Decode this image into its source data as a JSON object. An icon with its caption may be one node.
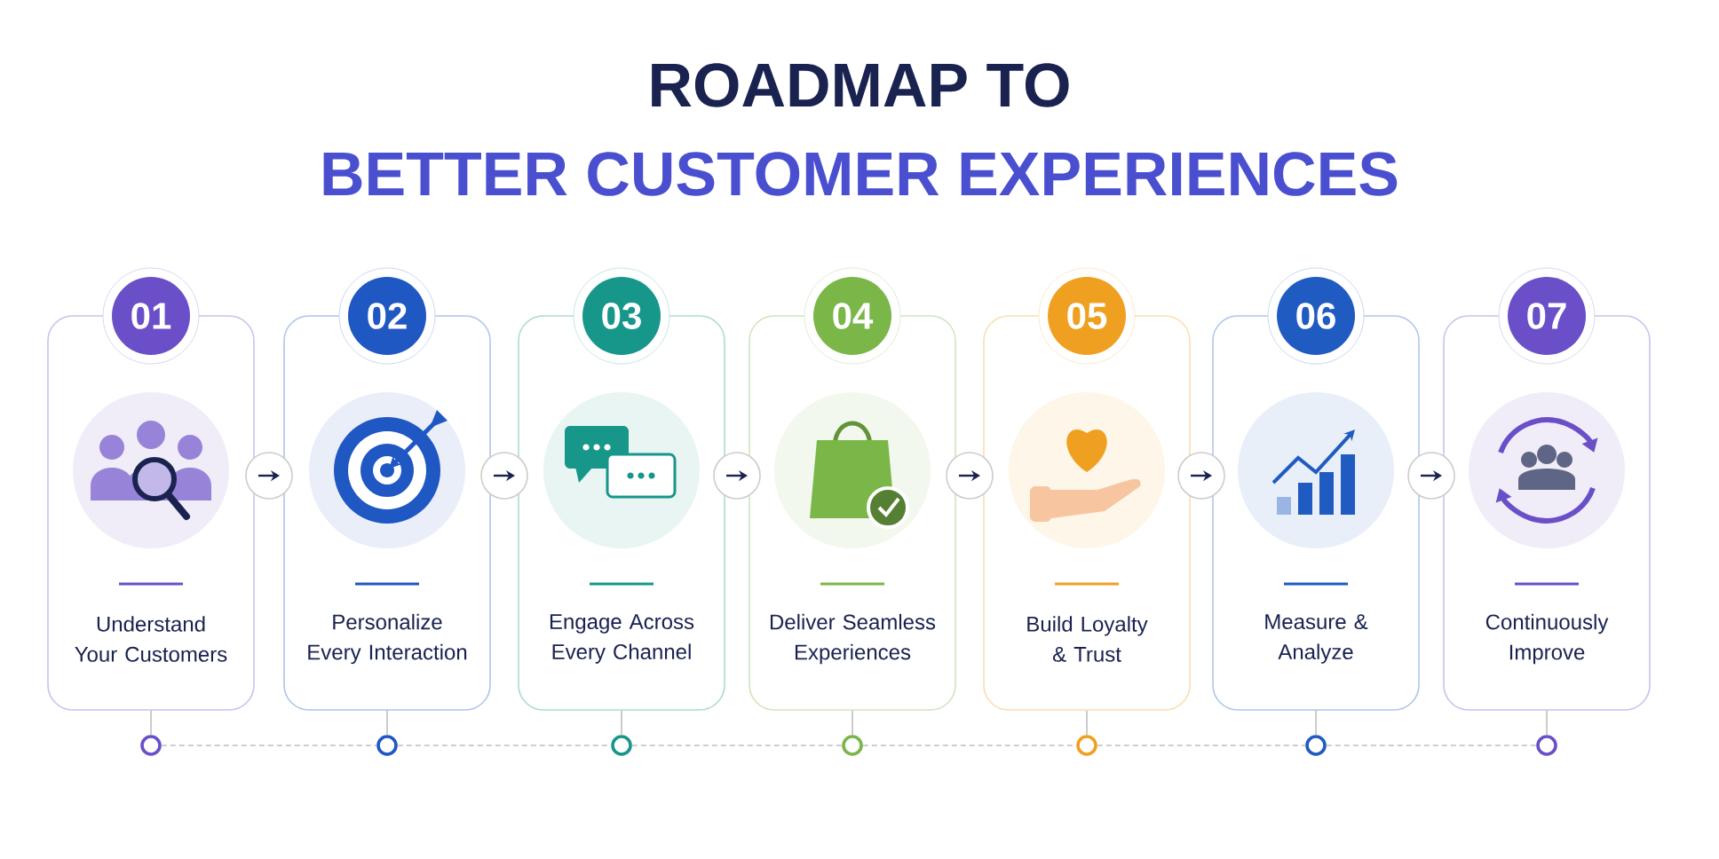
{
  "diagram": {
    "title": "ROADMAP TO",
    "labels": [
      "BETTER CUSTOMER EXPERIENCES"
    ],
    "nodes": [
      {
        "text": [
          "01",
          "Understand Your Customers"
        ]
      },
      {
        "text": [
          "02",
          "Personalize Every Interaction"
        ]
      },
      {
        "text": [
          "03",
          "Engage Across Every Channel"
        ]
      },
      {
        "text": [
          "04",
          "Deliver Seamless Experiences"
        ]
      },
      {
        "text": [
          "05",
          "Build Loyalty & Trust"
        ]
      },
      {
        "text": [
          "06",
          "Measure & Analyze"
        ]
      },
      {
        "text": [
          "07",
          "Continuously Improve"
        ]
      },
      {
        "text": [],
        "shape": "circle"
      },
      {
        "text": [],
        "shape": "circle"
      },
      {
        "text": [],
        "shape": "circle"
      },
      {
        "text": [],
        "shape": "circle"
      },
      {
        "text": [],
        "shape": "circle"
      },
      {
        "text": [],
        "shape": "circle"
      },
      {
        "text": [],
        "shape": "circle"
      }
    ],
    "edges": [
      {
        "from": 0,
        "to": 1,
        "arrow": "to",
        "color": "#1a2350"
      },
      {
        "from": 1,
        "to": 2,
        "arrow": "to",
        "color": "#1a2350"
      },
      {
        "from": 2,
        "to": 3,
        "arrow": "to",
        "color": "#1a2350"
      },
      {
        "from": 3,
        "to": 4,
        "arrow": "to",
        "color": "#1a2350"
      },
      {
        "from": 4,
        "to": 5,
        "arrow": "to",
        "color": "#1a2350"
      },
      {
        "from": 5,
        "to": 6,
        "arrow": "to",
        "color": "#1a2350"
      },
      {
        "from": 0,
        "to": 7,
        "arrow": "none"
      },
      {
        "from": 1,
        "to": 8,
        "arrow": "none"
      },
      {
        "from": 2,
        "to": 9,
        "arrow": "none"
      },
      {
        "from": 3,
        "to": 10,
        "arrow": "none"
      },
      {
        "from": 4,
        "to": 11,
        "arrow": "none"
      },
      {
        "from": 5,
        "to": 12,
        "arrow": "none"
      },
      {
        "from": 6,
        "to": 13,
        "arrow": "none"
      },
      {
        "from": 7,
        "to": 8,
        "arrow": "none",
        "style": "dashed"
      },
      {
        "from": 8,
        "to": 9,
        "arrow": "none",
        "style": "dashed"
      },
      {
        "from": 9,
        "to": 10,
        "arrow": "none",
        "style": "dashed"
      },
      {
        "from": 10,
        "to": 11,
        "arrow": "none",
        "style": "dashed"
      },
      {
        "from": 11,
        "to": 12,
        "arrow": "none",
        "style": "dashed"
      },
      {
        "from": 12,
        "to": 13,
        "arrow": "none",
        "style": "dashed"
      }
    ]
  }
}
